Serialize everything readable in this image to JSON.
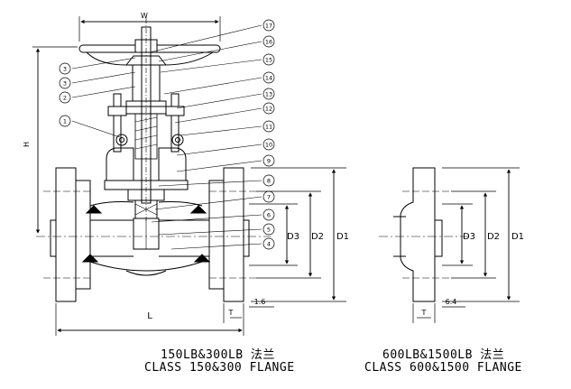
{
  "valve_drawing": {
    "dims": {
      "W": "W",
      "H": "H",
      "L": "L",
      "T": "T",
      "D1": "D1",
      "D2": "D2",
      "D3": "D3",
      "raised_face_small": "1.6"
    },
    "callouts": [
      "1",
      "2",
      "3",
      "3",
      "4",
      "5",
      "6",
      "7",
      "8",
      "9",
      "10",
      "11",
      "12",
      "13",
      "14",
      "15",
      "16",
      "17"
    ],
    "captions": {
      "line1": "150LB&300LB 法兰",
      "line2": "CLASS 150&300 FLANGE"
    }
  },
  "flange_drawing": {
    "dims": {
      "T": "T",
      "D1": "D1",
      "D2": "D2",
      "D3": "D3",
      "raised_face_large": "6.4"
    },
    "captions": {
      "line1": "600LB&1500LB 法兰",
      "line2": "CLASS 600&1500 FLANGE"
    }
  }
}
